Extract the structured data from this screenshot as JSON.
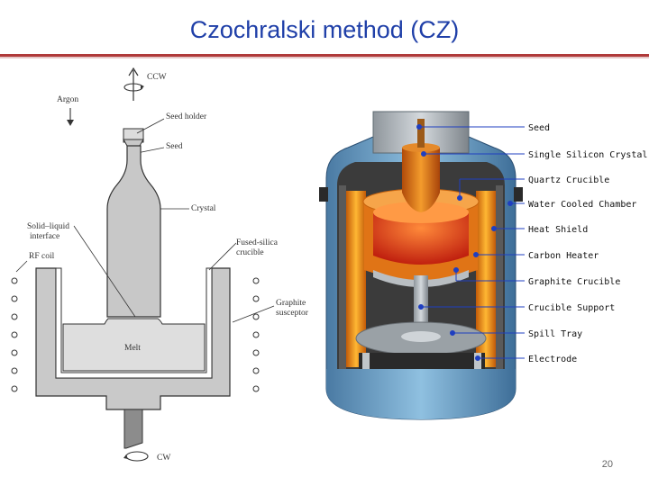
{
  "slide": {
    "title": "Czochralski method (CZ)",
    "page_number": "20"
  },
  "left_diagram": {
    "labels": {
      "ccw": "CCW",
      "argon": "Argon",
      "seed_holder": "Seed holder",
      "seed": "Seed",
      "crystal": "Crystal",
      "solid_liquid_1": "Solid–liquid",
      "solid_liquid_2": "interface",
      "rf_coil": "RF coil",
      "fused_silica_1": "Fused-silica",
      "fused_silica_2": "crucible",
      "graphite_1": "Graphite",
      "graphite_2": "susceptor",
      "melt": "Melt",
      "cw": "CW"
    }
  },
  "right_diagram": {
    "labels": [
      "Seed",
      "Single Silicon Crystal",
      "Quartz Crucible",
      "Water Cooled Chamber",
      "Heat Shield",
      "Carbon Heater",
      "Graphite Crucible",
      "Crucible Support",
      "Spill Tray",
      "Electrode"
    ],
    "colors": {
      "leader_line": "#1f3fc0",
      "chamber": "#6fa4c8",
      "heater": "#f09a20",
      "melt": "#d8301a"
    }
  }
}
